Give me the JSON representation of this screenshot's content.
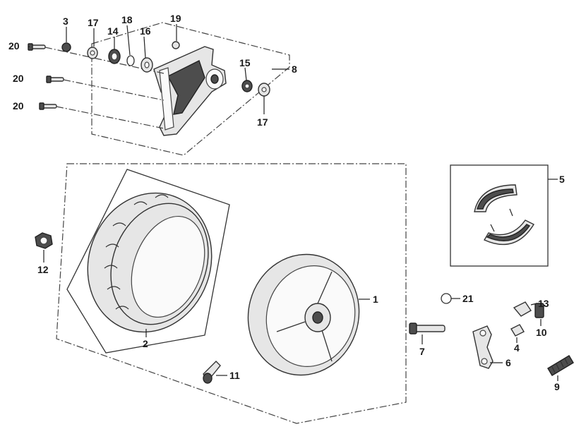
{
  "callouts": {
    "c1": "1",
    "c2": "2",
    "c3": "3",
    "c4": "4",
    "c5": "5",
    "c6": "6",
    "c7": "7",
    "c8": "8",
    "c9": "9",
    "c10": "10",
    "c11": "11",
    "c12": "12",
    "c13": "13",
    "c14": "14",
    "c15": "15",
    "c16": "16",
    "c17a": "17",
    "c17b": "17",
    "c18": "18",
    "c19": "19",
    "c20a": "20",
    "c20b": "20",
    "c20c": "20",
    "c21": "21"
  },
  "colors": {
    "line": "#333333",
    "fill": "#e6e6e6",
    "dark": "#4d4d4d"
  }
}
